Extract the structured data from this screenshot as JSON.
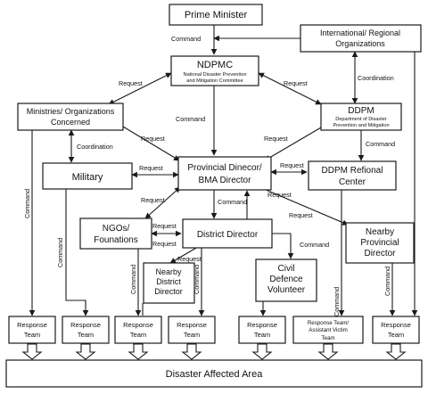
{
  "nodes": {
    "prime_minister": "Prime Minister",
    "international": [
      "International/ Regional",
      "Organizations"
    ],
    "ndpmc": "NDPMC",
    "ndpmc_sub": [
      "National Disaster Prevention",
      "and Mitigation Committee"
    ],
    "ministries": [
      "Ministries/ Organizations",
      "Concerned"
    ],
    "ddpm": "DDPM",
    "ddpm_sub": [
      "Department of Disaster",
      "Prevention and Mitigation"
    ],
    "military": "Military",
    "provincial": [
      "Provincial Dinecor/",
      "BMA   Director"
    ],
    "ddpm_regional": [
      "DDPM Refional",
      "Center"
    ],
    "ngos": [
      "NGOs/",
      "Founations"
    ],
    "district": "District Director",
    "nearby_provincial": [
      "Nearby",
      "Provincial",
      "Director"
    ],
    "nearby_district": [
      "Nearby",
      "District",
      "Director"
    ],
    "civil": [
      "Civil",
      "Defence",
      "Volunteer"
    ],
    "response_team": [
      "Response",
      "Team"
    ],
    "response_assist": [
      "Response Team/",
      "Assistant Victim",
      "Team"
    ],
    "affected": "Disaster Affected Area"
  },
  "labels": {
    "command": "Command",
    "request": "Request",
    "coordination": "Coordination"
  },
  "colors": {
    "stroke": "#1a1a1a",
    "fill": "#ffffff"
  }
}
